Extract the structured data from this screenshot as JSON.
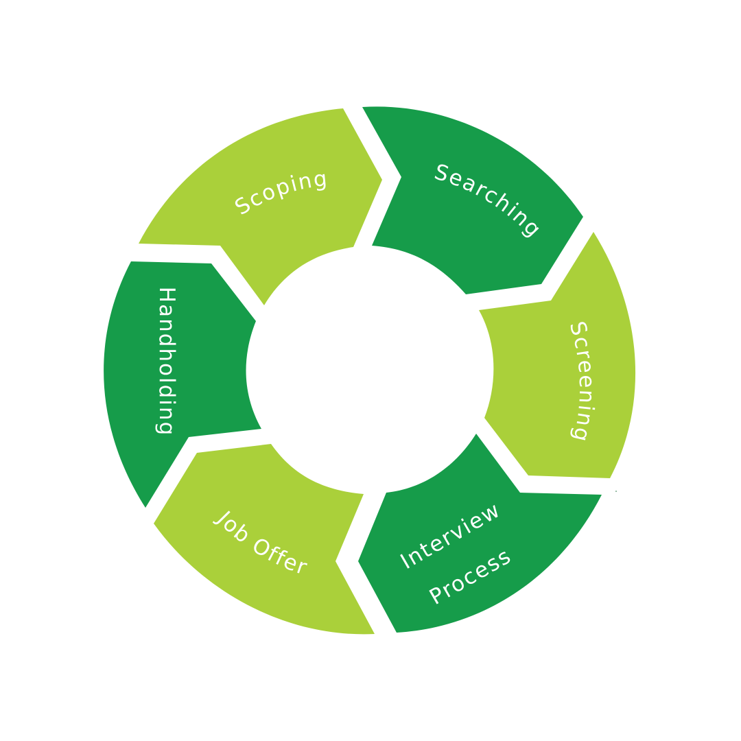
{
  "diagram": {
    "colors": {
      "light": "#aad03a",
      "dark": "#169c4a",
      "text": "#ffffff",
      "background": "#ffffff"
    },
    "stages": [
      {
        "id": "scoping",
        "label": "Scoping",
        "tone": "light"
      },
      {
        "id": "searching",
        "label": "Searching",
        "tone": "dark"
      },
      {
        "id": "screening",
        "label": "Screening",
        "tone": "light"
      },
      {
        "id": "interview",
        "label": "Interview",
        "label2": "Process",
        "tone": "dark"
      },
      {
        "id": "job-offer",
        "label": "Job Offer",
        "tone": "light"
      },
      {
        "id": "handholding",
        "label": "Handholding",
        "tone": "dark"
      }
    ]
  }
}
